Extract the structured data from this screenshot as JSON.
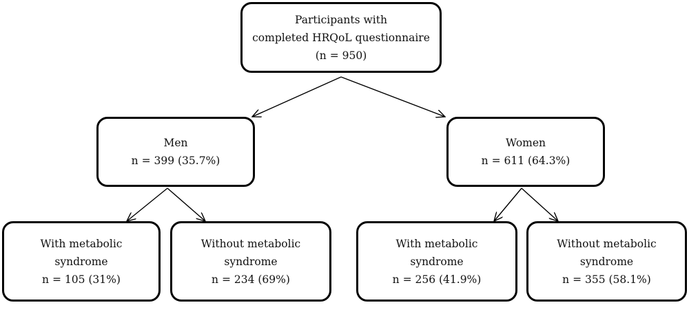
{
  "diagram": {
    "root": {
      "line1": "Participants with",
      "line2": "completed HRQoL questionnaire",
      "line3": "(n = 950)"
    },
    "men": {
      "line1": "Men",
      "line2": "n = 399 (35.7%)"
    },
    "women": {
      "line1": "Women",
      "line2": "n = 611 (64.3%)"
    },
    "men_with": {
      "line1": "With metabolic",
      "line2": "syndrome",
      "line3": "n = 105 (31%)"
    },
    "men_without": {
      "line1": "Without metabolic",
      "line2": "syndrome",
      "line3": "n = 234 (69%)"
    },
    "women_with": {
      "line1": "With metabolic",
      "line2": "syndrome",
      "line3": "n = 256 (41.9%)"
    },
    "women_without": {
      "line1": "Without metabolic",
      "line2": "syndrome",
      "line3": "n = 355 (58.1%)"
    }
  }
}
